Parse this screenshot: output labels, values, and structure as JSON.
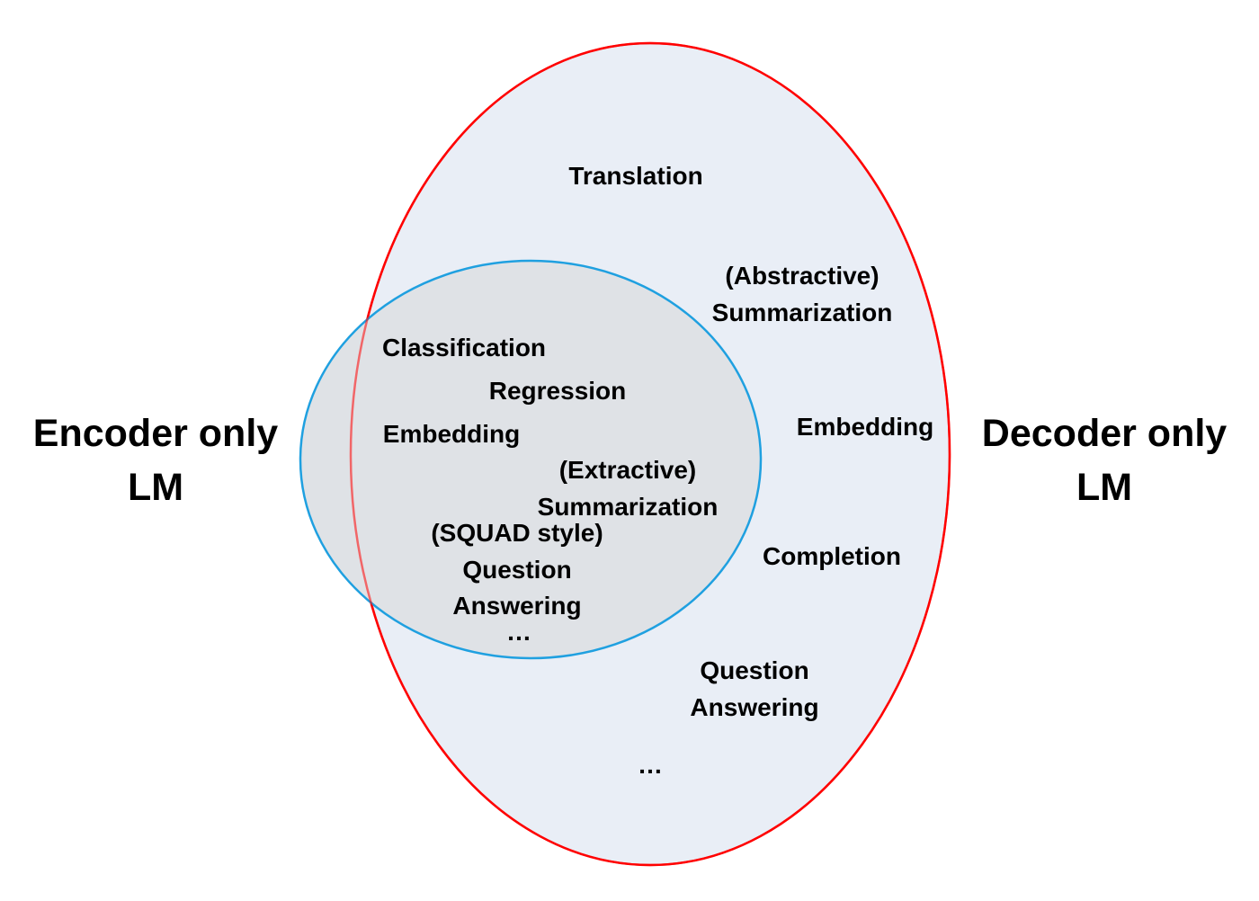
{
  "colors": {
    "decoder_outline": "#ff0000",
    "decoder_fill": "#e9eef6",
    "encoder_outline": "#1fa0e0",
    "encoder_fill": "#dfe2e6",
    "encoder_text": "#0000ee",
    "decoder_text": "#ee0000",
    "task_text": "#000000"
  },
  "encoder_label": {
    "line1": "Encoder only",
    "line2": "LM"
  },
  "decoder_label": {
    "line1": "Decoder only",
    "line2": "LM"
  },
  "shared_tasks": {
    "classification": "Classification",
    "regression": "Regression",
    "embedding": "Embedding",
    "extractive_1": "(Extractive)",
    "extractive_2": "Summarization",
    "squad_1": "(SQUAD style)",
    "squad_2": "Question",
    "squad_3": "Answering",
    "ellipsis": "…"
  },
  "decoder_tasks": {
    "translation": "Translation",
    "abstractive_1": "(Abstractive)",
    "abstractive_2": "Summarization",
    "embedding": "Embedding",
    "completion": "Completion",
    "qa_1": "Question",
    "qa_2": "Answering",
    "ellipsis": "…"
  }
}
